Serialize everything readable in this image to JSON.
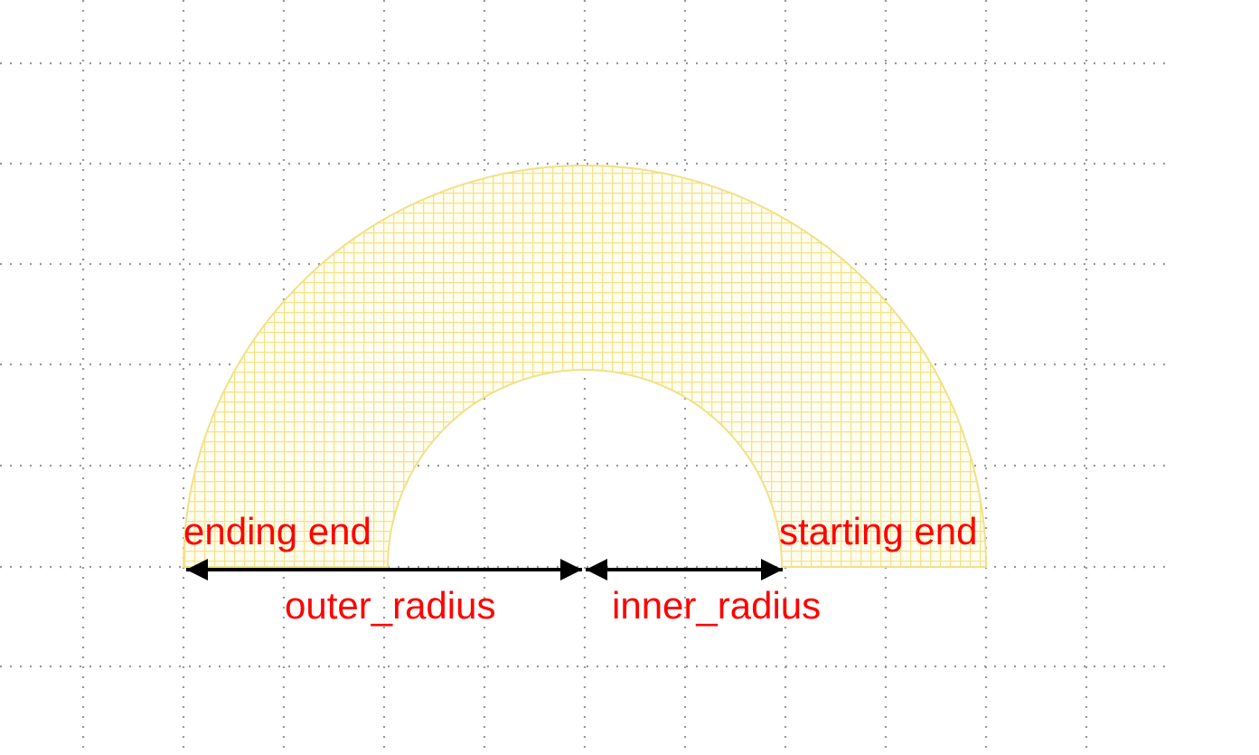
{
  "labels": {
    "ending_end": "ending end",
    "starting_end": "starting end",
    "outer_radius": "outer_radius",
    "inner_radius": "inner_radius"
  },
  "colors": {
    "grid_dots": "#999999",
    "shape_fill": "#fffdf0",
    "hatch": "#f3e38a",
    "shape_outline": "#f1e08a",
    "label": "#ff0000",
    "dimension_line": "#000000"
  }
}
